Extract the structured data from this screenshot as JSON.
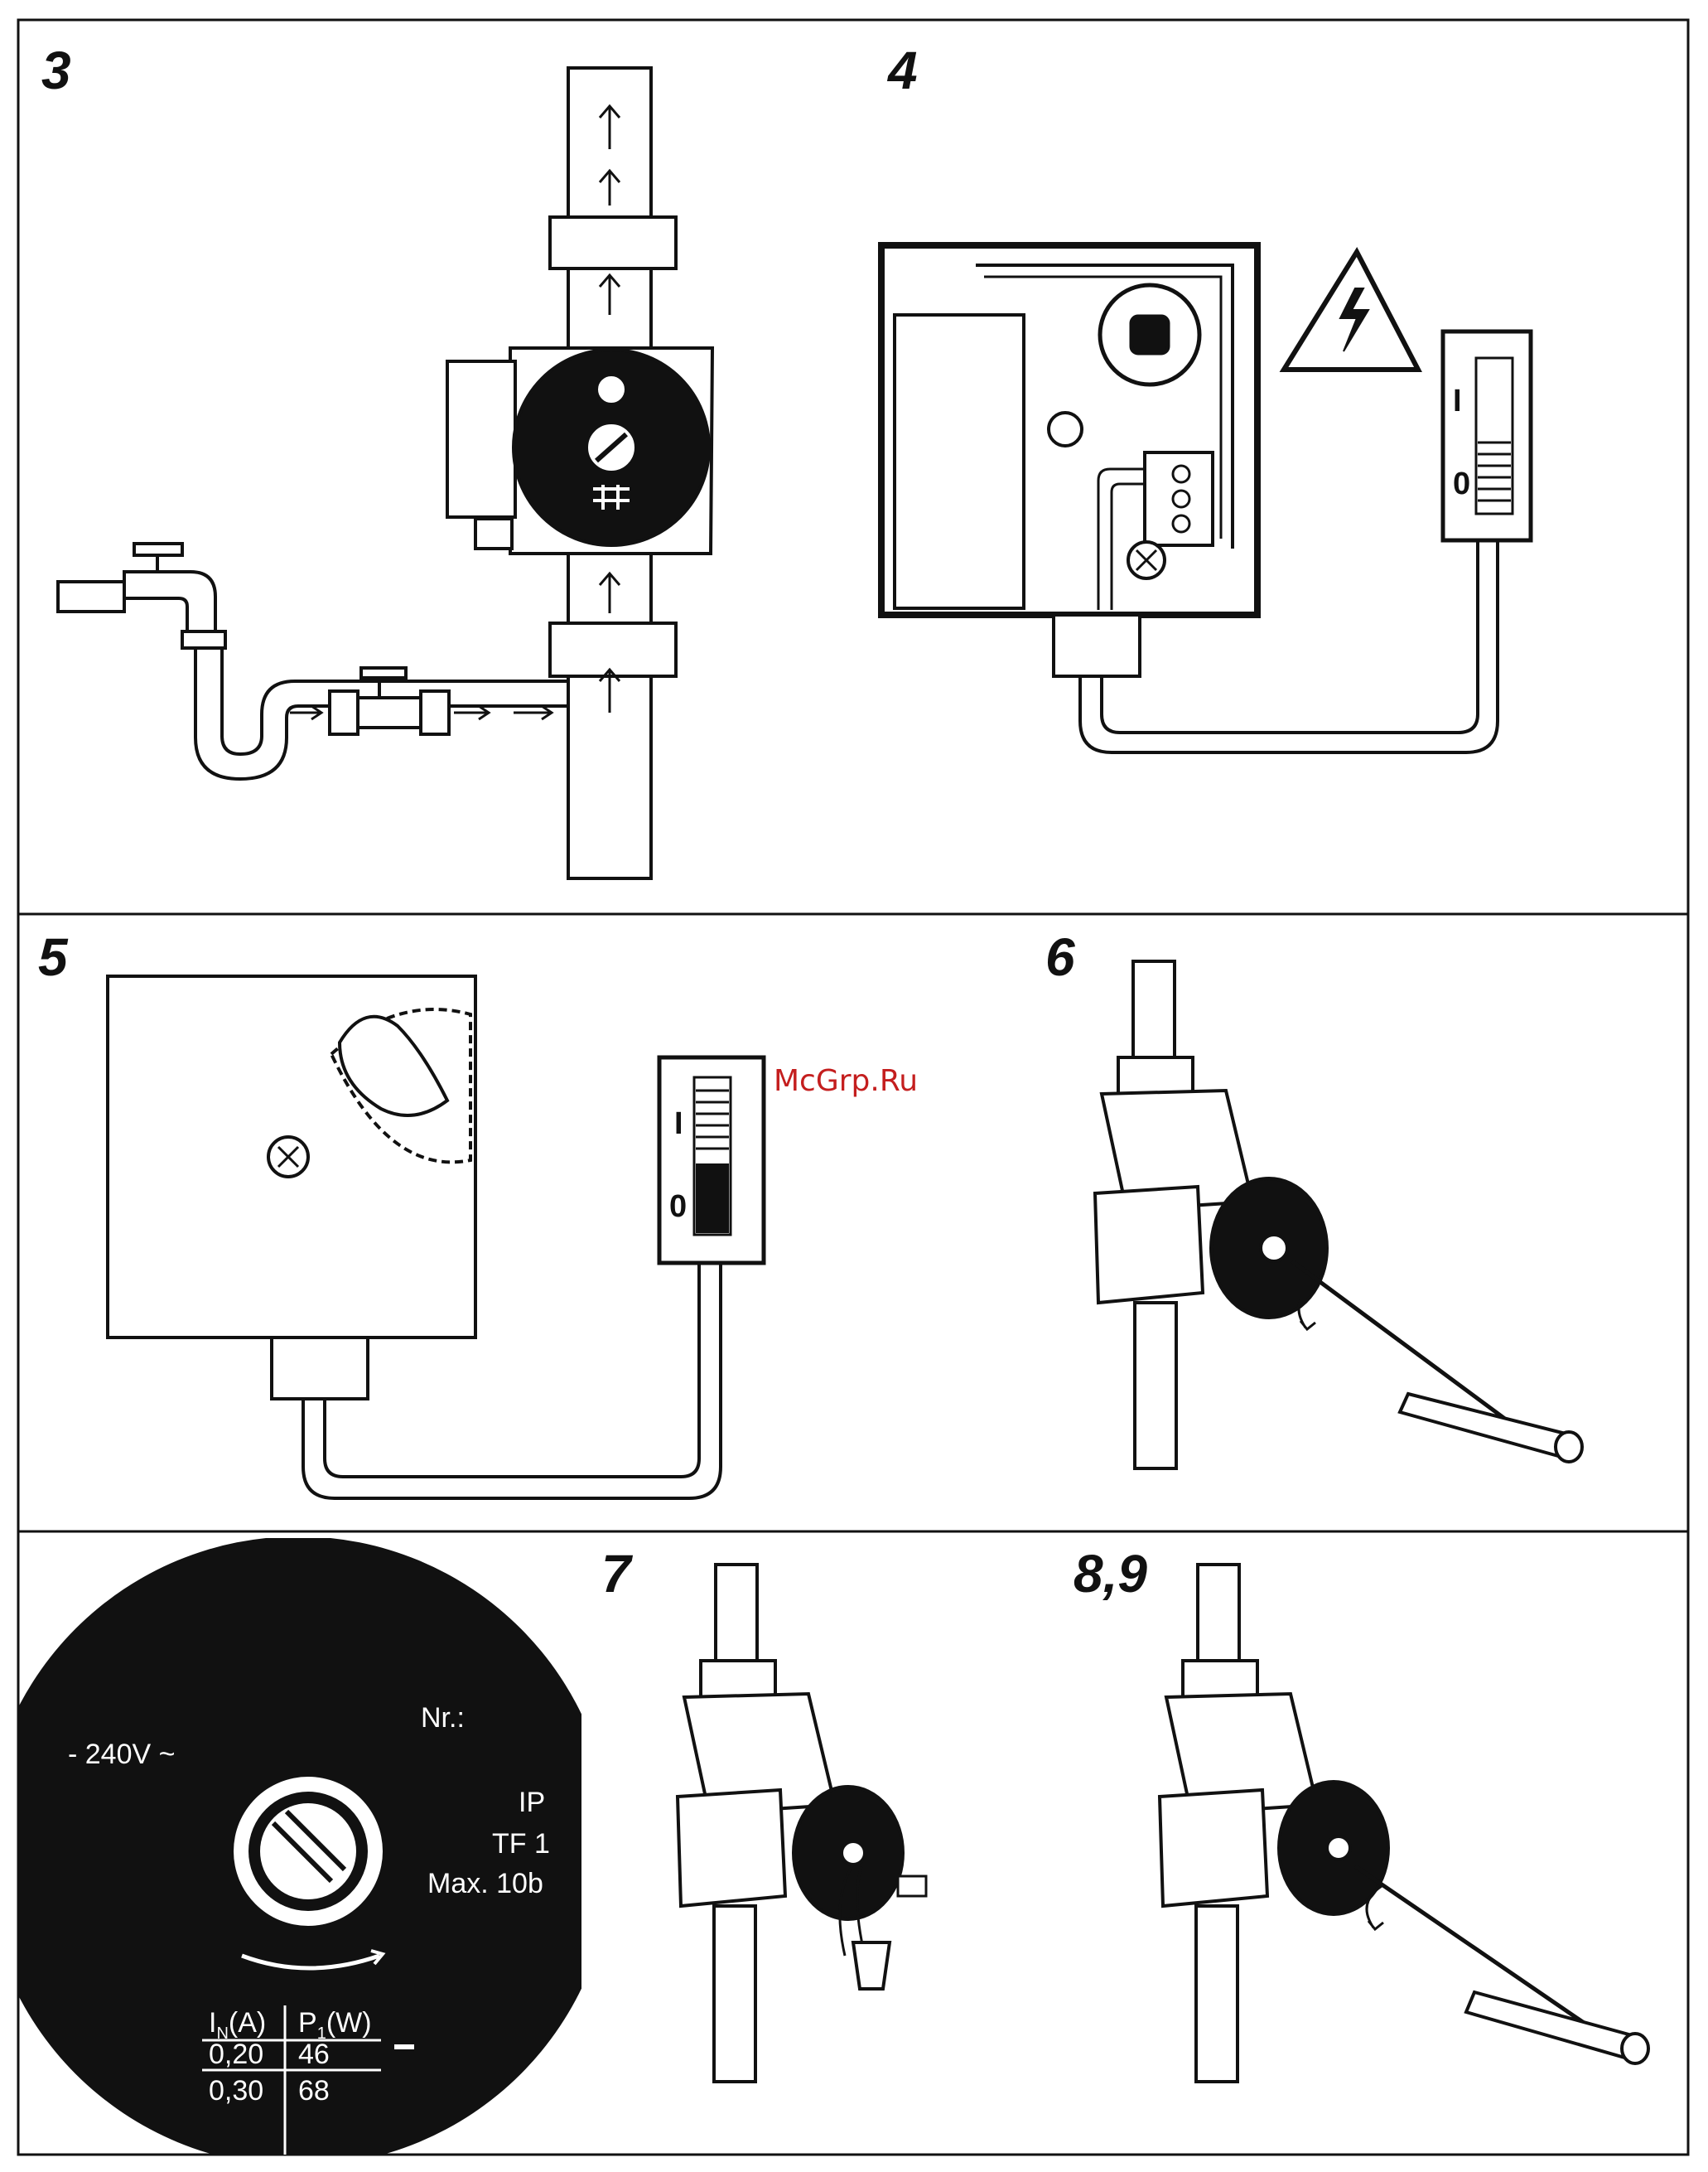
{
  "steps": [
    "3",
    "4",
    "5",
    "6",
    "7",
    "8,9"
  ],
  "watermark": "McGrp.Ru",
  "switch": {
    "on": "I",
    "off": "0"
  },
  "nameplate": {
    "nr": "Nr.:",
    "voltage": "- 240V ~",
    "ip": "IP",
    "tf": "TF 1",
    "pressure": "Max. 10b",
    "col_current": "I",
    "col_current_sub": "N",
    "col_current_unit": "(A)",
    "col_power": "P",
    "col_power_sub": "1",
    "col_power_unit": "(W)",
    "row1_current": "0,20",
    "row1_power": "46",
    "row2_current": "0,30",
    "row2_power": "68"
  },
  "colors": {
    "ink": "#111111",
    "paper": "#ffffff",
    "watermark": "#c41e1e"
  }
}
